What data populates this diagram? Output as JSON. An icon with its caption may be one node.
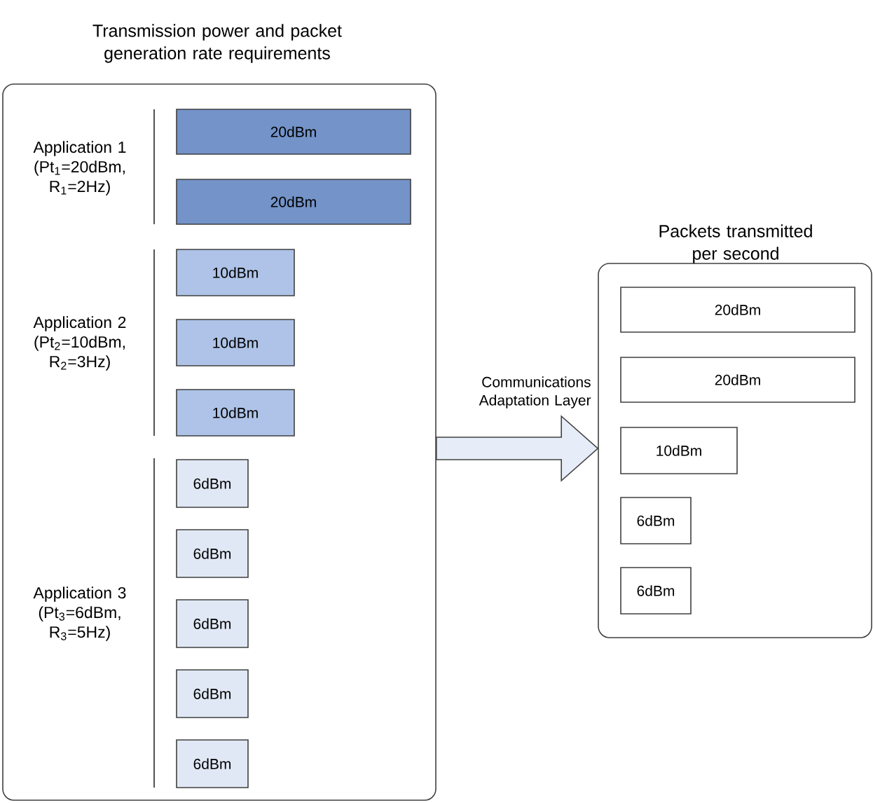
{
  "diagram": {
    "nodes": [
      {
        "text": [
          "Transmission power and packet generation rate requirements"
        ]
      },
      {
        "text": [
          "20dBm"
        ],
        "in": 0
      },
      {
        "text": [
          "20dBm"
        ],
        "in": 0
      },
      {
        "text": [
          "10dBm"
        ],
        "in": 0
      },
      {
        "text": [
          "10dBm"
        ],
        "in": 0
      },
      {
        "text": [
          "10dBm"
        ],
        "in": 0
      },
      {
        "text": [
          "6dBm"
        ],
        "in": 0
      },
      {
        "text": [
          "6dBm"
        ],
        "in": 0
      },
      {
        "text": [
          "6dBm"
        ],
        "in": 0
      },
      {
        "text": [
          "6dBm"
        ],
        "in": 0
      },
      {
        "text": [
          "6dBm"
        ],
        "in": 0
      },
      {
        "text": [
          "Packets transmitted per second"
        ]
      },
      {
        "text": [
          "20dBm"
        ],
        "in": 11
      },
      {
        "text": [
          "20dBm"
        ],
        "in": 11
      },
      {
        "text": [
          "10dBm"
        ],
        "in": 11
      },
      {
        "text": [
          "6dBm"
        ],
        "in": 11
      },
      {
        "text": [
          "6dBm"
        ],
        "in": 11
      }
    ],
    "edges": [
      {
        "from": 0,
        "to": 11,
        "arrow": "to",
        "label": "Communications Adaptation Layer"
      }
    ],
    "labels": [
      "Application 1 (Pt$_{1}$=20dBm, R$_{1}$=2Hz)",
      "Application 2 (Pt$_{2}$=10dBm, R$_{2}$=3Hz)",
      "Application 3 (Pt$_{3}$=6dBm, R$_{3}$=5Hz)"
    ]
  }
}
